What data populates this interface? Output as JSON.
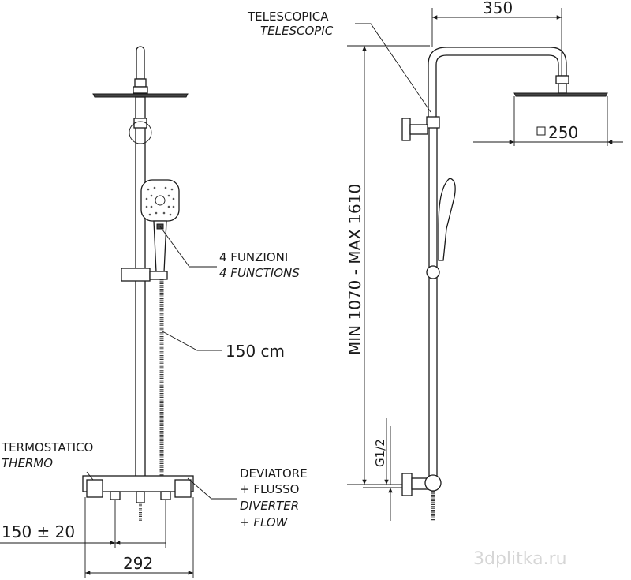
{
  "labels": {
    "telescopic_it": "TELESCOPICA",
    "telescopic_en": "TELESCOPIC",
    "functions_it": "4 FUNZIONI",
    "functions_en": "4 FUNCTIONS",
    "hose_length": "150 cm",
    "thermo_it": "TERMOSTATICO",
    "thermo_en": "THERMO",
    "diverter_it_1": "DEVIATORE",
    "diverter_it_2": "+ FLUSSO",
    "diverter_en_1": "DIVERTER",
    "diverter_en_2": "+ FLOW"
  },
  "dimensions": {
    "inlet_spacing": "150 ± 20",
    "mixer_width": "292",
    "arm_reach": "350",
    "head_size": "250",
    "height_range": "MIN 1070 - MAX 1610",
    "connection": "G1/2"
  },
  "watermark": "3dplitka.ru"
}
